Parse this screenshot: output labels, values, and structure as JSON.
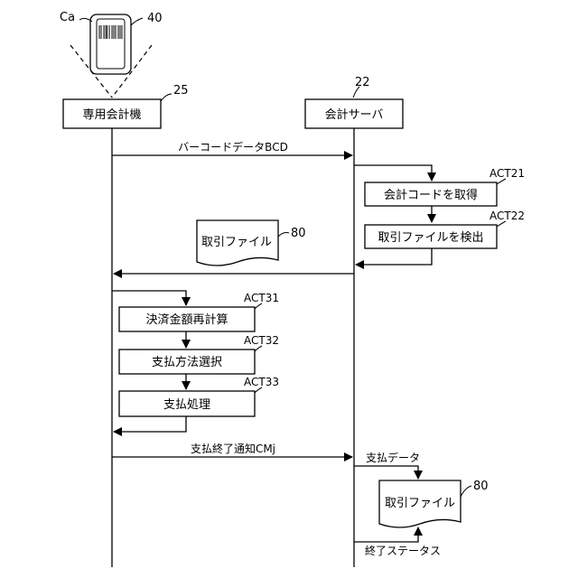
{
  "phone": {
    "label": "Ca",
    "ref": "40"
  },
  "lanes": {
    "terminal": {
      "label": "専用会計機",
      "ref": "25"
    },
    "server": {
      "label": "会計サーバ",
      "ref": "22"
    }
  },
  "messages": {
    "barcode": "バーコードデータBCD",
    "payment_done": "支払終了通知CMj",
    "payment_data": "支払データ",
    "end_status": "終了ステータス"
  },
  "server_steps": [
    {
      "act": "ACT21",
      "label": "会計コードを取得"
    },
    {
      "act": "ACT22",
      "label": "取引ファイルを検出"
    }
  ],
  "terminal_steps": [
    {
      "act": "ACT31",
      "label": "決済金額再計算"
    },
    {
      "act": "ACT32",
      "label": "支払方法選択"
    },
    {
      "act": "ACT33",
      "label": "支払処理"
    }
  ],
  "files": [
    {
      "label": "取引ファイル",
      "ref": "80"
    },
    {
      "label": "取引ファイル",
      "ref": "80"
    }
  ]
}
